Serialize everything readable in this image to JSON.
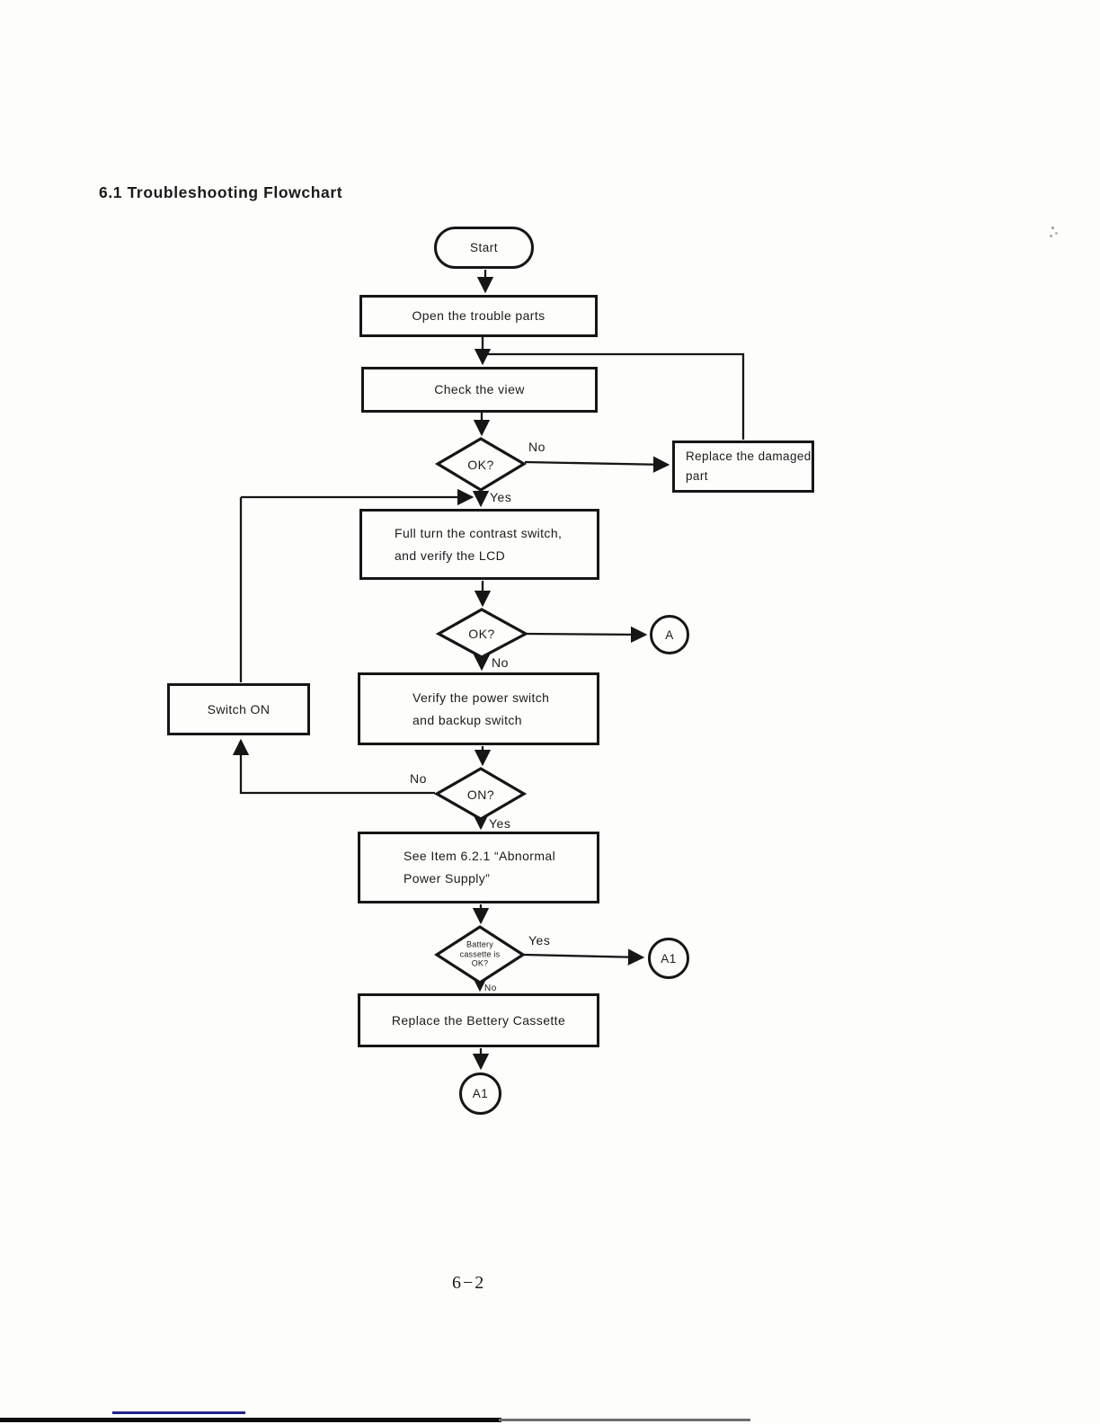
{
  "page": {
    "section_title": "6.1 Troubleshooting Flowchart",
    "page_number": "6−2"
  },
  "flowchart": {
    "nodes": {
      "start": "Start",
      "open_trouble": "Open the trouble parts",
      "check_view": "Check the view",
      "decision_ok1": "OK?",
      "replace_damaged": "Replace the damaged\npart",
      "full_turn": "Full turn the contrast switch,\nand verify the LCD",
      "decision_ok2": "OK?",
      "connector_a": "A",
      "verify_power": "Verify the power switch\nand backup switch",
      "switch_on": "Switch ON",
      "decision_on": "ON?",
      "see_item": "See Item 6.2.1 “Abnormal\nPower Supply”",
      "decision_battery": "Battery\ncassette is\nOK?",
      "connector_a1_right": "A1",
      "replace_battery": "Replace the Bettery Cassette",
      "connector_a1_bottom": "A1"
    },
    "edge_labels": {
      "ok1_no": "No",
      "ok1_yes": "Yes",
      "ok2_no": "No",
      "on_no": "No",
      "on_yes": "Yes",
      "battery_yes": "Yes",
      "battery_no": "No"
    },
    "line_color": "#161616"
  }
}
